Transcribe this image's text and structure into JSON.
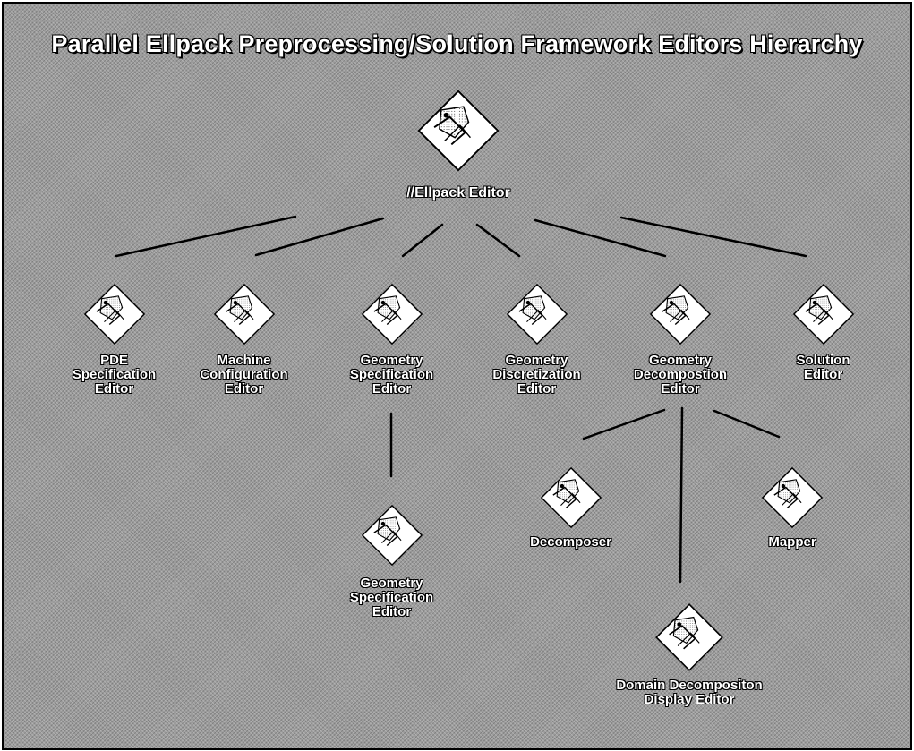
{
  "title": "Parallel Ellpack Preprocessing/Solution Framework Editors Hierarchy",
  "colors": {
    "background": "#9c9c9c",
    "text": "#ffffff",
    "outline": "#000000",
    "icon": "#ffffff"
  },
  "nodes": {
    "root": {
      "label": "//Ellpack Editor",
      "icon": "editor-icon"
    },
    "pde": {
      "label": "PDE\nSpecification\nEditor",
      "icon": "editor-icon"
    },
    "machine": {
      "label": "Machine\nConfiguration\nEditor",
      "icon": "editor-icon"
    },
    "geomspec": {
      "label": "Geometry\nSpecification\nEditor",
      "icon": "editor-icon"
    },
    "geomdisc": {
      "label": "Geometry\nDiscretization\nEditor",
      "icon": "editor-icon"
    },
    "geomdecomp": {
      "label": "Geometry\nDecompostion\nEditor",
      "icon": "editor-icon"
    },
    "solution": {
      "label": "Solution\nEditor",
      "icon": "editor-icon"
    },
    "geomspec2": {
      "label": "Geometry\nSpecification\nEditor",
      "icon": "editor-icon"
    },
    "decomposer": {
      "label": "Decomposer",
      "icon": "editor-icon"
    },
    "mapper": {
      "label": "Mapper",
      "icon": "editor-icon"
    },
    "display": {
      "label": "Domain Decompositon\nDisplay Editor",
      "icon": "editor-icon"
    }
  },
  "edges": [
    [
      "root",
      "pde"
    ],
    [
      "root",
      "machine"
    ],
    [
      "root",
      "geomspec"
    ],
    [
      "root",
      "geomdisc"
    ],
    [
      "root",
      "geomdecomp"
    ],
    [
      "root",
      "solution"
    ],
    [
      "geomspec",
      "geomspec2"
    ],
    [
      "geomdecomp",
      "decomposer"
    ],
    [
      "geomdecomp",
      "display"
    ],
    [
      "geomdecomp",
      "mapper"
    ]
  ]
}
